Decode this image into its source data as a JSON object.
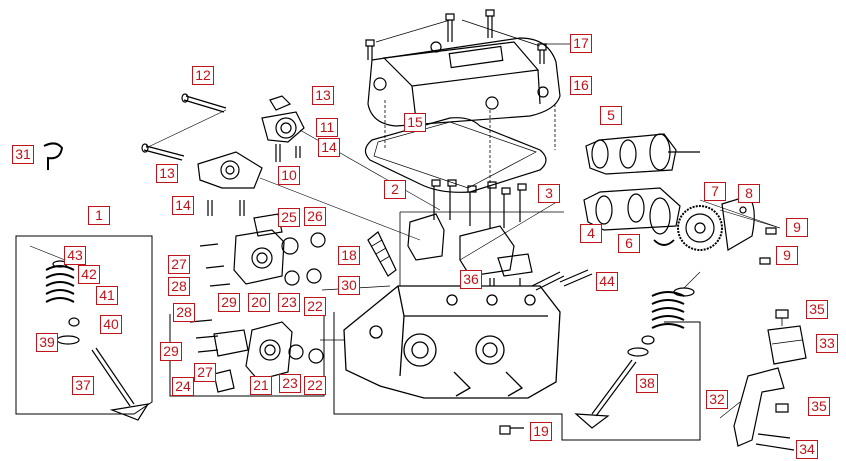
{
  "callouts": [
    {
      "id": "1",
      "text": "1"
    },
    {
      "id": "2",
      "text": "2"
    },
    {
      "id": "3",
      "text": "3"
    },
    {
      "id": "4",
      "text": "4"
    },
    {
      "id": "5",
      "text": "5"
    },
    {
      "id": "6",
      "text": "6"
    },
    {
      "id": "7",
      "text": "7"
    },
    {
      "id": "8",
      "text": "8"
    },
    {
      "id": "9a",
      "text": "9"
    },
    {
      "id": "9b",
      "text": "9"
    },
    {
      "id": "10",
      "text": "10"
    },
    {
      "id": "11",
      "text": "11"
    },
    {
      "id": "12",
      "text": "12"
    },
    {
      "id": "13a",
      "text": "13"
    },
    {
      "id": "13b",
      "text": "13"
    },
    {
      "id": "14a",
      "text": "14"
    },
    {
      "id": "14b",
      "text": "14"
    },
    {
      "id": "15",
      "text": "15"
    },
    {
      "id": "16",
      "text": "16"
    },
    {
      "id": "17",
      "text": "17"
    },
    {
      "id": "18",
      "text": "18"
    },
    {
      "id": "19",
      "text": "19"
    },
    {
      "id": "20",
      "text": "20"
    },
    {
      "id": "21",
      "text": "21"
    },
    {
      "id": "22a",
      "text": "22"
    },
    {
      "id": "22b",
      "text": "22"
    },
    {
      "id": "23a",
      "text": "23"
    },
    {
      "id": "23b",
      "text": "23"
    },
    {
      "id": "24",
      "text": "24"
    },
    {
      "id": "25",
      "text": "25"
    },
    {
      "id": "26",
      "text": "26"
    },
    {
      "id": "27a",
      "text": "27"
    },
    {
      "id": "27b",
      "text": "27"
    },
    {
      "id": "28a",
      "text": "28"
    },
    {
      "id": "28b",
      "text": "28"
    },
    {
      "id": "29a",
      "text": "29"
    },
    {
      "id": "29b",
      "text": "29"
    },
    {
      "id": "30",
      "text": "30"
    },
    {
      "id": "31",
      "text": "31"
    },
    {
      "id": "32",
      "text": "32"
    },
    {
      "id": "33",
      "text": "33"
    },
    {
      "id": "34",
      "text": "34"
    },
    {
      "id": "35a",
      "text": "35"
    },
    {
      "id": "35b",
      "text": "35"
    },
    {
      "id": "36",
      "text": "36"
    },
    {
      "id": "37",
      "text": "37"
    },
    {
      "id": "38",
      "text": "38"
    },
    {
      "id": "39",
      "text": "39"
    },
    {
      "id": "40",
      "text": "40"
    },
    {
      "id": "41",
      "text": "41"
    },
    {
      "id": "42",
      "text": "42"
    },
    {
      "id": "43",
      "text": "43"
    },
    {
      "id": "44",
      "text": "44"
    }
  ],
  "colors": {
    "callout_border": "#c0141b",
    "callout_text": "#c0141b",
    "line_art": "#000000"
  }
}
